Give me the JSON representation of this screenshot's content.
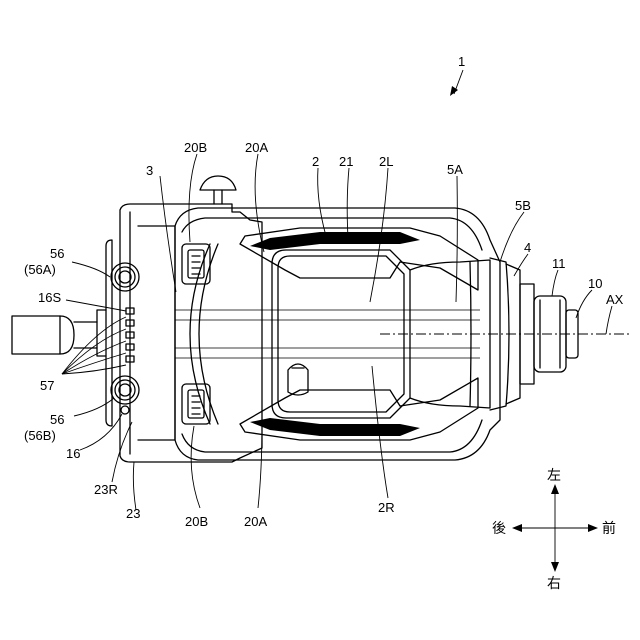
{
  "labels": {
    "n1": "1",
    "n20B_top": "20B",
    "n20A_top": "20A",
    "n3": "3",
    "n2": "2",
    "n21": "21",
    "n2L": "2L",
    "n5A": "5A",
    "n5B": "5B",
    "n4": "4",
    "n11": "11",
    "n10": "10",
    "nAX": "AX",
    "n56_top": "56",
    "n56A": "(56A)",
    "n16S": "16S",
    "n57": "57",
    "n56_bot": "56",
    "n56B": "(56B)",
    "n16": "16",
    "n23R": "23R",
    "n23": "23",
    "n20B_bot": "20B",
    "n20A_bot": "20A",
    "n2R": "2R"
  },
  "compass": {
    "left": "左",
    "right": "右",
    "rear": "後",
    "front": "前"
  }
}
